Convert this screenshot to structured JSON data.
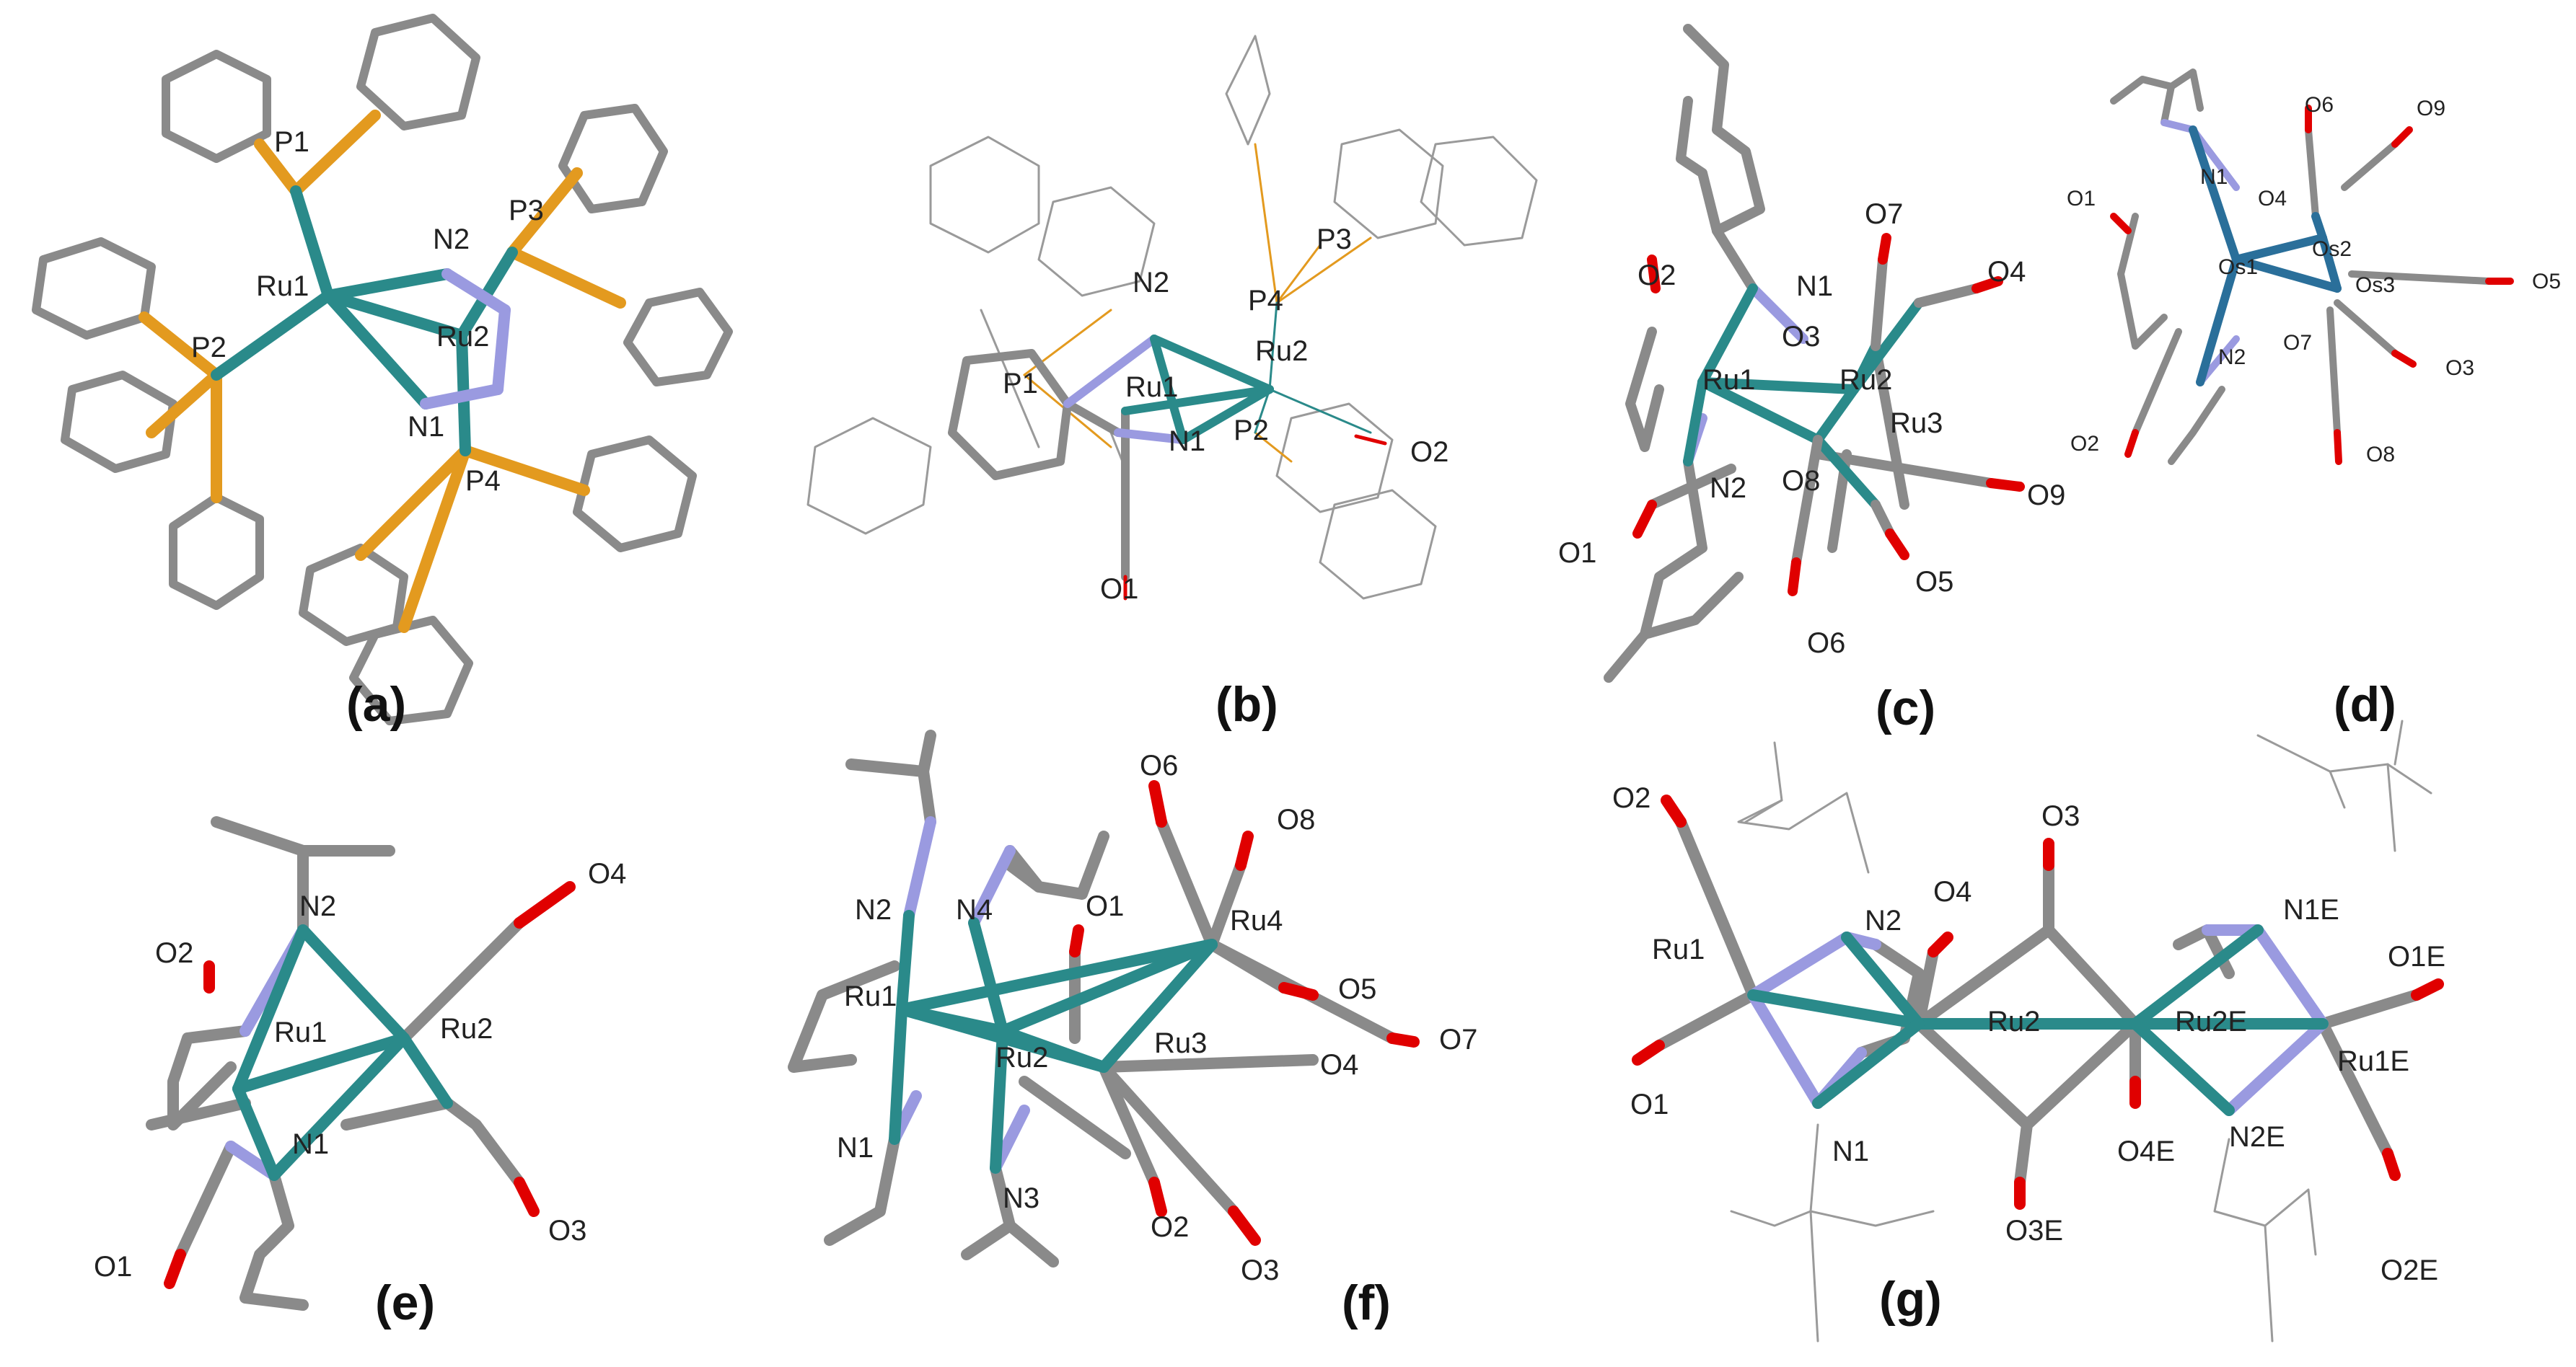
{
  "colors": {
    "carbon": "#8a8a8a",
    "ruthenium": "#2a8a8a",
    "osmium": "#2a6f9a",
    "nitrogen": "#9a9ae0",
    "phosphorus": "#e39a1f",
    "oxygen": "#e00000",
    "thin_bond": "#9a9a9a",
    "label": "#222222"
  },
  "panels": [
    {
      "id": "a",
      "caption": "(a)",
      "atoms": [
        {
          "text": "P1"
        },
        {
          "text": "N2"
        },
        {
          "text": "P3"
        },
        {
          "text": "Ru1"
        },
        {
          "text": "Ru2"
        },
        {
          "text": "P2"
        },
        {
          "text": "N1"
        },
        {
          "text": "P4"
        }
      ]
    },
    {
      "id": "b",
      "caption": "(b)",
      "atoms": [
        {
          "text": "P3"
        },
        {
          "text": "N2"
        },
        {
          "text": "P4"
        },
        {
          "text": "Ru2"
        },
        {
          "text": "P1"
        },
        {
          "text": "Ru1"
        },
        {
          "text": "N1"
        },
        {
          "text": "P2"
        },
        {
          "text": "O2"
        },
        {
          "text": "O1"
        }
      ]
    },
    {
      "id": "c",
      "caption": "(c)",
      "atoms": [
        {
          "text": "O7"
        },
        {
          "text": "O2"
        },
        {
          "text": "N1"
        },
        {
          "text": "O4"
        },
        {
          "text": "O3"
        },
        {
          "text": "Ru1"
        },
        {
          "text": "Ru2"
        },
        {
          "text": "Ru3"
        },
        {
          "text": "N2"
        },
        {
          "text": "O8"
        },
        {
          "text": "O9"
        },
        {
          "text": "O1"
        },
        {
          "text": "O5"
        },
        {
          "text": "O6"
        }
      ]
    },
    {
      "id": "d",
      "caption": "(d)",
      "atoms": [
        {
          "text": "O6"
        },
        {
          "text": "O9"
        },
        {
          "text": "N1"
        },
        {
          "text": "O1"
        },
        {
          "text": "O4"
        },
        {
          "text": "Os2"
        },
        {
          "text": "Os1"
        },
        {
          "text": "Os3"
        },
        {
          "text": "O5"
        },
        {
          "text": "N2"
        },
        {
          "text": "O7"
        },
        {
          "text": "O3"
        },
        {
          "text": "O2"
        },
        {
          "text": "O8"
        }
      ]
    },
    {
      "id": "e",
      "caption": "(e)",
      "atoms": [
        {
          "text": "O4"
        },
        {
          "text": "O2"
        },
        {
          "text": "N2"
        },
        {
          "text": "Ru1"
        },
        {
          "text": "Ru2"
        },
        {
          "text": "N1"
        },
        {
          "text": "O3"
        },
        {
          "text": "O1"
        }
      ]
    },
    {
      "id": "f",
      "caption": "(f)",
      "atoms": [
        {
          "text": "O6"
        },
        {
          "text": "O8"
        },
        {
          "text": "N2"
        },
        {
          "text": "N4"
        },
        {
          "text": "O1"
        },
        {
          "text": "Ru4"
        },
        {
          "text": "Ru1"
        },
        {
          "text": "O5"
        },
        {
          "text": "O7"
        },
        {
          "text": "Ru3"
        },
        {
          "text": "Ru2"
        },
        {
          "text": "O4"
        },
        {
          "text": "N1"
        },
        {
          "text": "N3"
        },
        {
          "text": "O2"
        },
        {
          "text": "O3"
        }
      ]
    },
    {
      "id": "g",
      "caption": "(g)",
      "atoms": [
        {
          "text": "O2"
        },
        {
          "text": "O3"
        },
        {
          "text": "O4"
        },
        {
          "text": "N2"
        },
        {
          "text": "N1E"
        },
        {
          "text": "O1E"
        },
        {
          "text": "Ru1"
        },
        {
          "text": "Ru2"
        },
        {
          "text": "Ru2E"
        },
        {
          "text": "Ru1E"
        },
        {
          "text": "O1"
        },
        {
          "text": "N1"
        },
        {
          "text": "O4E"
        },
        {
          "text": "N2E"
        },
        {
          "text": "O3E"
        },
        {
          "text": "O2E"
        }
      ]
    }
  ]
}
